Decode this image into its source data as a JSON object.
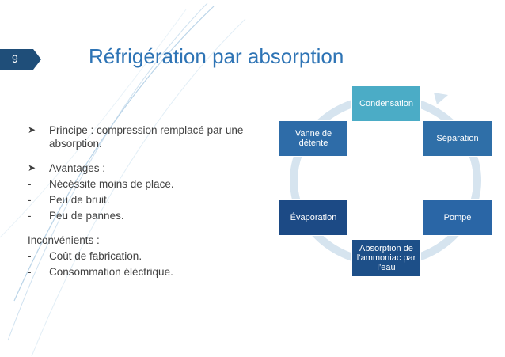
{
  "slide": {
    "number": "9",
    "title": "Réfrigération par absorption"
  },
  "content": {
    "principle": "Principe : compression remplacé par une absorption.",
    "advantages_heading": "Avantages :",
    "advantages": [
      "Nécéssite moins de place.",
      "Peu de bruit.",
      "Peu de pannes."
    ],
    "disadvantages_heading": "Inconvénients :",
    "disadvantages": [
      "Coût de fabrication.",
      "Consommation éléctrique."
    ],
    "dash": "-"
  },
  "cycle": {
    "nodes": [
      {
        "id": "condensation",
        "label": "Condensation",
        "color": "#4bacc6"
      },
      {
        "id": "separation",
        "label": "Séparation",
        "color": "#2f6fa8"
      },
      {
        "id": "pompe",
        "label": "Pompe",
        "color": "#2a66a6"
      },
      {
        "id": "absorption",
        "label": "Absorption de l’ammoniac par l’eau",
        "color": "#1d4f88"
      },
      {
        "id": "evaporation",
        "label": "Évaporation",
        "color": "#1c4a85"
      },
      {
        "id": "vanne",
        "label": "Vanne de détente",
        "color": "#2e6ca8"
      }
    ],
    "ring_color": "#d6e4ef"
  },
  "colors": {
    "title": "#2e74b5",
    "badge": "#1f4e79",
    "text": "#404040"
  }
}
